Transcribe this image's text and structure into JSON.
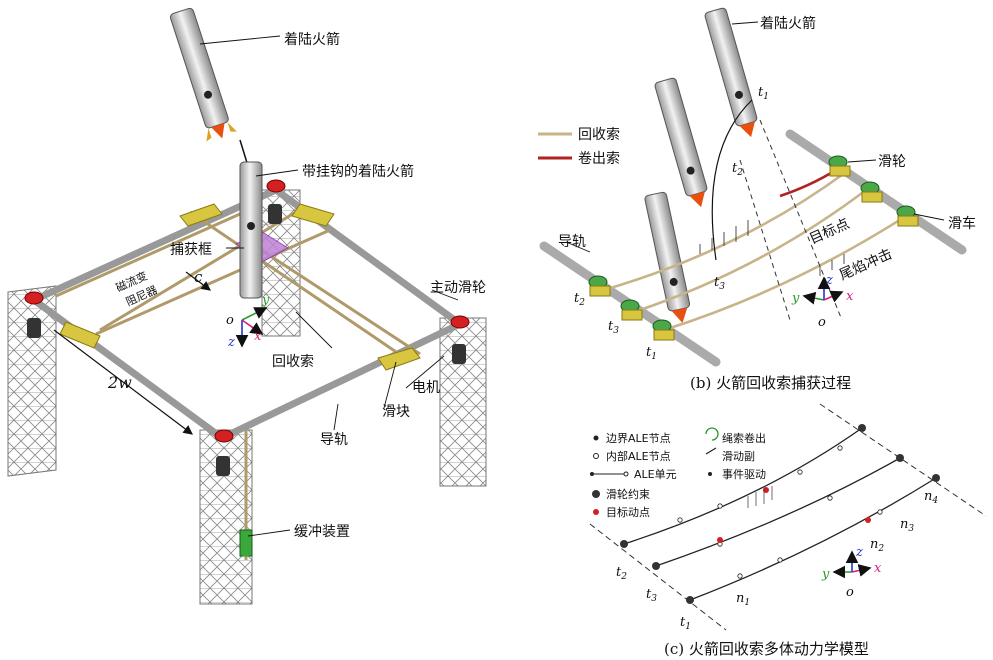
{
  "panel_a": {
    "rocket_top_label": "着陆火箭",
    "rocket_hook_label": "带挂钩的着陆火箭",
    "capture_frame_label": "捕获框",
    "damper_label_1": "磁流变",
    "damper_label_2": "阻尼器",
    "width_c_label": "c",
    "drive_pulley_label": "主动滑轮",
    "recovery_cable_label": "回收索",
    "motor_label": "电机",
    "slider_label": "滑块",
    "width_2w_label": "2w",
    "rail_label": "导轨",
    "buffer_label": "缓冲装置",
    "axis_o": "o",
    "axis_x": "x",
    "axis_y": "y",
    "axis_z": "z"
  },
  "panel_b": {
    "rocket_label": "着陆火箭",
    "legend_recovery": "回收索",
    "legend_payout": "卷出索",
    "pulley_label": "滑轮",
    "trolley_label": "滑车",
    "rail_label": "导轨",
    "target_label": "目标点",
    "tail_impact_label": "尾焰冲击",
    "t1": "t",
    "t2": "t",
    "t3": "t",
    "sub1": "1",
    "sub2": "2",
    "sub3": "3",
    "caption": "(b) 火箭回收索捕获过程",
    "axis_o": "o",
    "axis_x": "x",
    "axis_y": "y",
    "axis_z": "z",
    "colors": {
      "recovery": "#c8b48a",
      "payout": "#b22222"
    }
  },
  "panel_c": {
    "legend_boundary_ale": "边界ALE节点",
    "legend_inner_ale": "内部ALE节点",
    "legend_ale_element": "ALE单元",
    "legend_pulley_constraint": "滑轮约束",
    "legend_target_node": "目标动点",
    "legend_rope_payout": "绳索卷出",
    "legend_sliding_pair": "滑动副",
    "legend_event_drive": "事件驱动",
    "n1": "n",
    "n2": "n",
    "n3": "n",
    "n4": "n",
    "caption": "(c) 火箭回收索多体动力学模型",
    "axis_o": "o",
    "axis_x": "x",
    "axis_y": "y",
    "axis_z": "z"
  }
}
